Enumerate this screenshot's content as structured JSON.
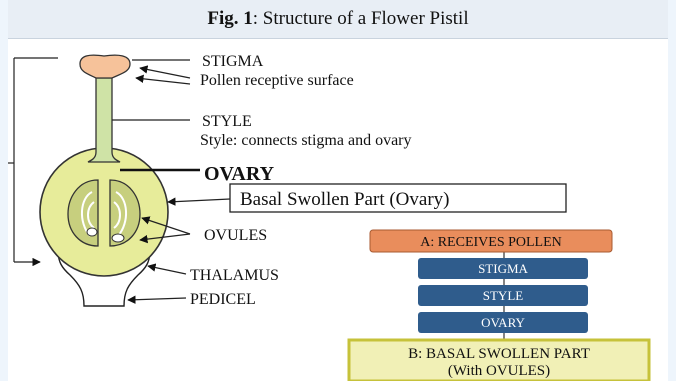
{
  "figure": {
    "number_label": "Fig. 1",
    "title": ": Structure of a Flower Pistil"
  },
  "labels": {
    "stigma": "STIGMA",
    "stigma_desc": "Pollen receptive surface",
    "style": "STYLE",
    "style_desc": "Style: connects stigma and ovary",
    "ovary": "OVARY",
    "ovary_box": "Basal Swollen Part (Ovary)",
    "ovules": "OVULES",
    "thalamus": "THALAMUS",
    "pedicel": "PEDICEL"
  },
  "flowchart": {
    "top": "A: RECEIVES POLLEN",
    "steps": [
      "STIGMA",
      "STYLE",
      "OVARY"
    ],
    "bottom_line1": "B: BASAL SWOLLEN PART",
    "bottom_line2": "(With OVULES)"
  },
  "colors": {
    "stigma_fill": "#f6c29a",
    "style_fill": "#cfe3a6",
    "ovary_fill": "#e7ec9a",
    "ovule_fill": "#c7cf7e",
    "flow_top_fill": "#e98d5c",
    "flow_step_fill": "#2f5c8c",
    "flow_bottom_fill": "#f1f0b6",
    "flow_bottom_border": "#c6c23a"
  }
}
